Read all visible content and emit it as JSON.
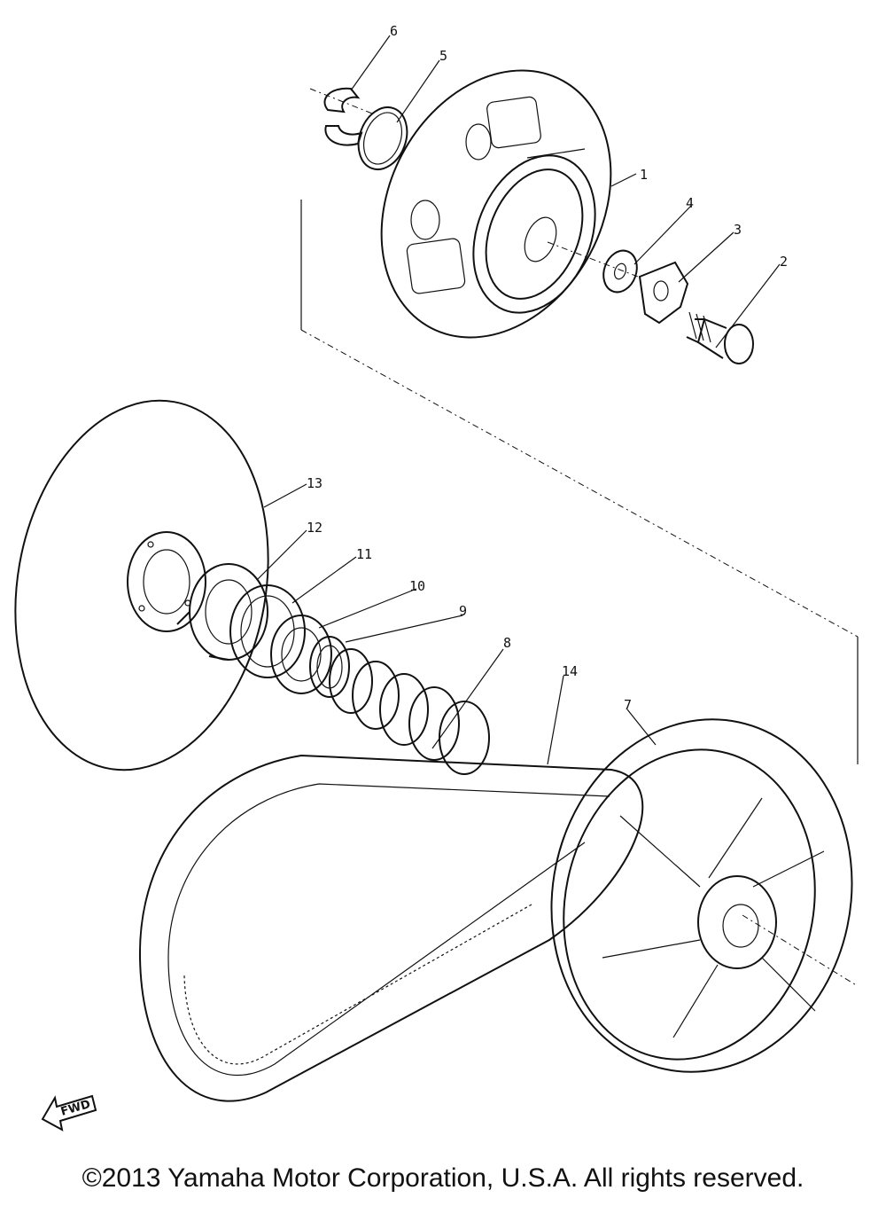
{
  "callouts": [
    {
      "id": "1",
      "label": "1"
    },
    {
      "id": "2",
      "label": "2"
    },
    {
      "id": "3",
      "label": "3"
    },
    {
      "id": "4",
      "label": "4"
    },
    {
      "id": "5",
      "label": "5"
    },
    {
      "id": "6",
      "label": "6"
    },
    {
      "id": "7",
      "label": "7"
    },
    {
      "id": "8",
      "label": "8"
    },
    {
      "id": "9",
      "label": "9"
    },
    {
      "id": "10",
      "label": "10"
    },
    {
      "id": "11",
      "label": "11"
    },
    {
      "id": "12",
      "label": "12"
    },
    {
      "id": "13",
      "label": "13"
    },
    {
      "id": "14",
      "label": "14"
    }
  ],
  "fwd_label": "FWD",
  "copyright": "©2013 Yamaha Motor Corporation, U.S.A. All rights reserved."
}
